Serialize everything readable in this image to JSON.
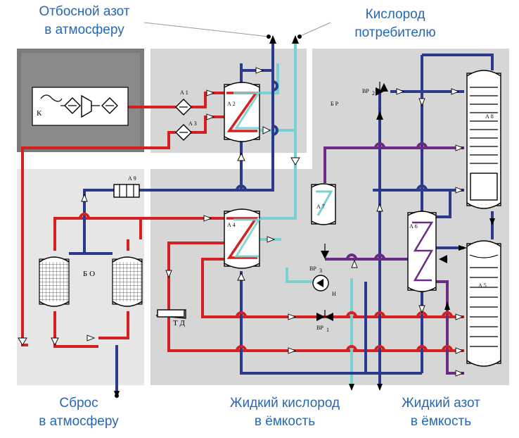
{
  "captions": {
    "waste_nitrogen_line1": "Отбосной азот",
    "waste_nitrogen_line2": "в атмосферу",
    "oxygen_line1": "Кислород",
    "oxygen_line2": "потребителю",
    "discharge_line1": "Сброс",
    "discharge_line2": "в атмосферу",
    "liquid_oxygen_line1": "Жидкий кислород",
    "liquid_oxygen_line2": "в ёмкость",
    "liquid_nitrogen_line1": "Жидкий азот",
    "liquid_nitrogen_line2": "в ёмкость"
  },
  "units": {
    "compressor": "К",
    "a1": "А 1",
    "a2": "А 2",
    "a3": "А 3",
    "a4": "А 4",
    "a5": "А 5",
    "a6": "А 6",
    "a7": "А 7",
    "a8": "А 8",
    "a9": "А 9",
    "adsorbers": "Б О",
    "cold_box": "Б Р",
    "turbo_expander": "Т Д",
    "pump": "Н",
    "vr1": "ВР",
    "vr1_sub": "1",
    "vr2": "ВР",
    "vr2_sub": "2",
    "vr3": "ВР",
    "vr3_sub": "3"
  },
  "colors": {
    "air_line": "#d42020",
    "oxygen_line": "#78d1d1",
    "nitrogen_line": "#2b3a8c",
    "liquid_air_line": "#6c2b82",
    "block_fill": "#d6d6d6",
    "caption_text": "#2767b3"
  }
}
